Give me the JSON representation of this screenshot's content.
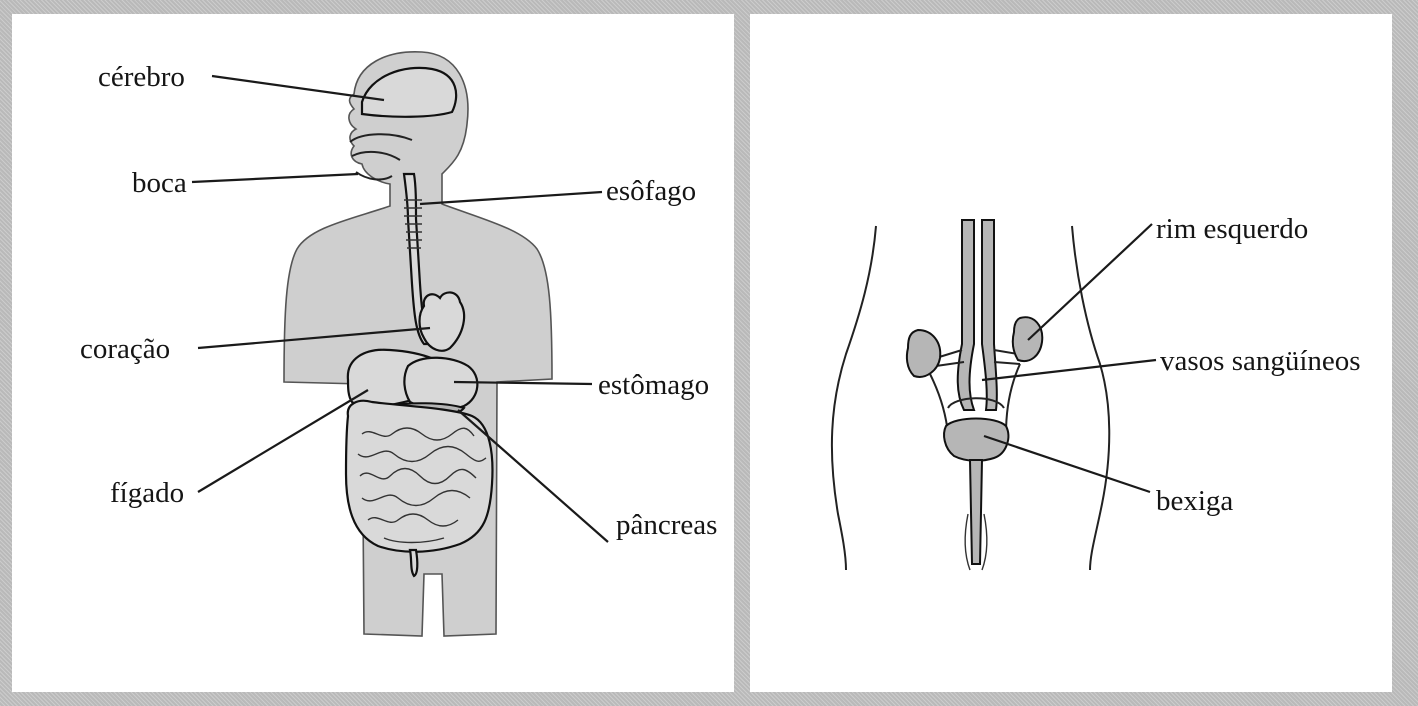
{
  "left_panel": {
    "labels": {
      "cerebro": "cérebro",
      "boca": "boca",
      "esofago": "esôfago",
      "coracao": "coração",
      "estomago": "estômago",
      "figado": "fígado",
      "pancreas": "pâncreas"
    }
  },
  "right_panel": {
    "labels": {
      "rim_esquerdo": "rim esquerdo",
      "vasos_sanguineos": "vasos sangüíneos",
      "bexiga": "bexiga"
    }
  },
  "colors": {
    "frame": "#b9b9b9",
    "panel": "#ffffff",
    "body_silhouette": "#cfcfcf",
    "ink": "#151515"
  }
}
